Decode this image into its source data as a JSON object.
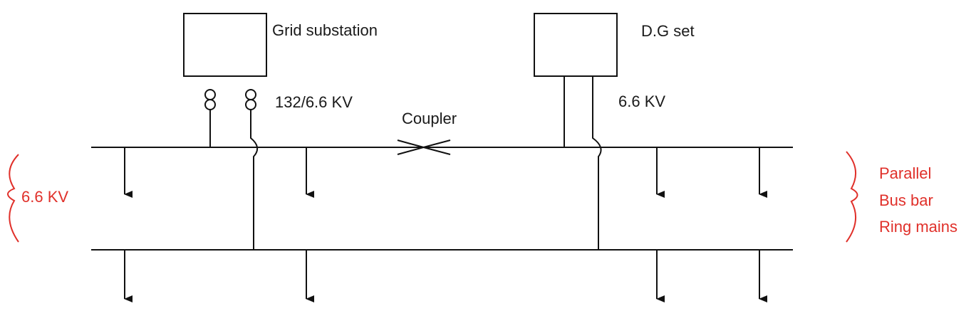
{
  "labels": {
    "grid_substation": "Grid substation",
    "dg_set": "D.G set",
    "transformer_rating": "132/6.6 KV",
    "coupler": "Coupler",
    "dg_voltage": "6.6 KV",
    "bus_voltage": "6.6 KV",
    "scheme_lines": [
      "Parallel",
      "Bus bar",
      "Ring mains"
    ]
  },
  "colors": {
    "line": "#111111",
    "annotation": "#e0302a"
  }
}
